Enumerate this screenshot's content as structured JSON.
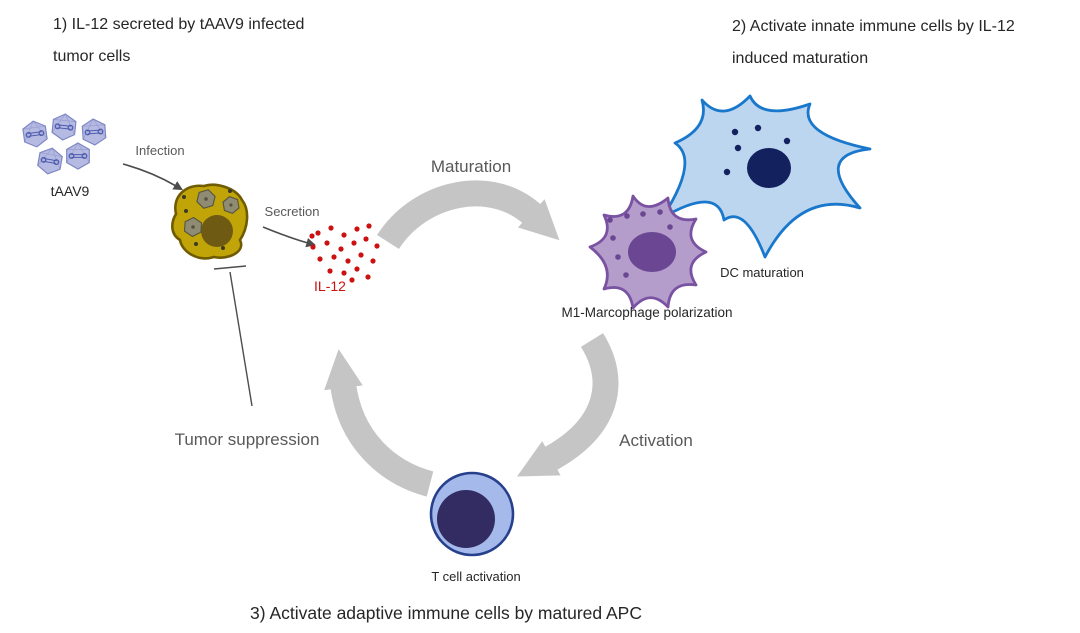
{
  "title": "IL-12 tAAV9 immune activation cycle diagram",
  "annotations": {
    "step1": {
      "lines": [
        "1) IL-12 secreted by tAAV9 infected",
        "tumor cells"
      ]
    },
    "step2": {
      "lines": [
        "2) Activate innate immune cells by IL-12",
        "induced maturation"
      ]
    },
    "step3": "3) Activate adaptive immune cells by matured APC"
  },
  "labels": {
    "virus": "tAAV9",
    "infection_arrow": "Infection",
    "secretion_arrow": "Secretion",
    "il12": "IL-12",
    "maturation_arrow": "Maturation",
    "dc": "DC maturation",
    "macrophage": "M1-Marcophage polarization",
    "activation_arrow": "Activation",
    "suppression_arrow": "Tumor suppression",
    "t_cell": "T cell activation"
  },
  "colors": {
    "background": "#ffffff",
    "annotation_text": "#262626",
    "arrow_label_text": "#595959",
    "cycle_arrow": "#c5c5c5",
    "thin_arrow": "#4d4d4d",
    "il12": "#cc1111",
    "virus_fill": "#a8aedd",
    "virus_stroke": "#7f87c5",
    "virus_inner": "#4f5caf",
    "tumor_fill": "#c0a408",
    "tumor_stroke": "#6f5c02",
    "tumor_nucleus": "#6e5a12",
    "tumor_virion_fill": "#8f8c73",
    "tumor_virion_stroke": "#55543f",
    "tumor_dot": "#3a3927",
    "dc_fill": "#bcd6f0",
    "dc_stroke": "#1a78cc",
    "dc_nucleus": "#13215e",
    "mac_fill": "#b49ccb",
    "mac_stroke": "#7a52a2",
    "mac_nucleus": "#6a4693",
    "tcell_fill": "#a5b9ea",
    "tcell_stroke": "#26408c",
    "tcell_nucleus": "#322c63"
  }
}
